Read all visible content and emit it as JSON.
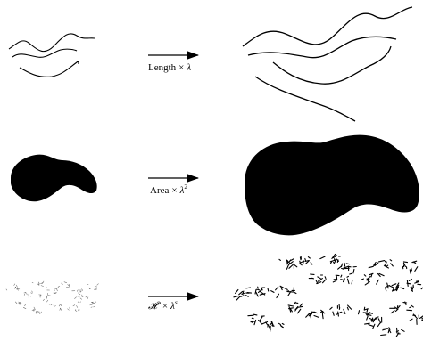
{
  "rows": [
    {
      "key": "length",
      "quantity": "Length",
      "times": "×",
      "factor": "λ",
      "exponent": ""
    },
    {
      "key": "area",
      "quantity": "Area",
      "times": "×",
      "factor": "λ",
      "exponent": "2"
    },
    {
      "key": "hausdorff",
      "quantity": "𝓗",
      "quantity_superscript": "s",
      "times": "×",
      "factor": "λ",
      "exponent": "s"
    }
  ],
  "colors": {
    "ink": "#000000",
    "paper": "#ffffff"
  }
}
